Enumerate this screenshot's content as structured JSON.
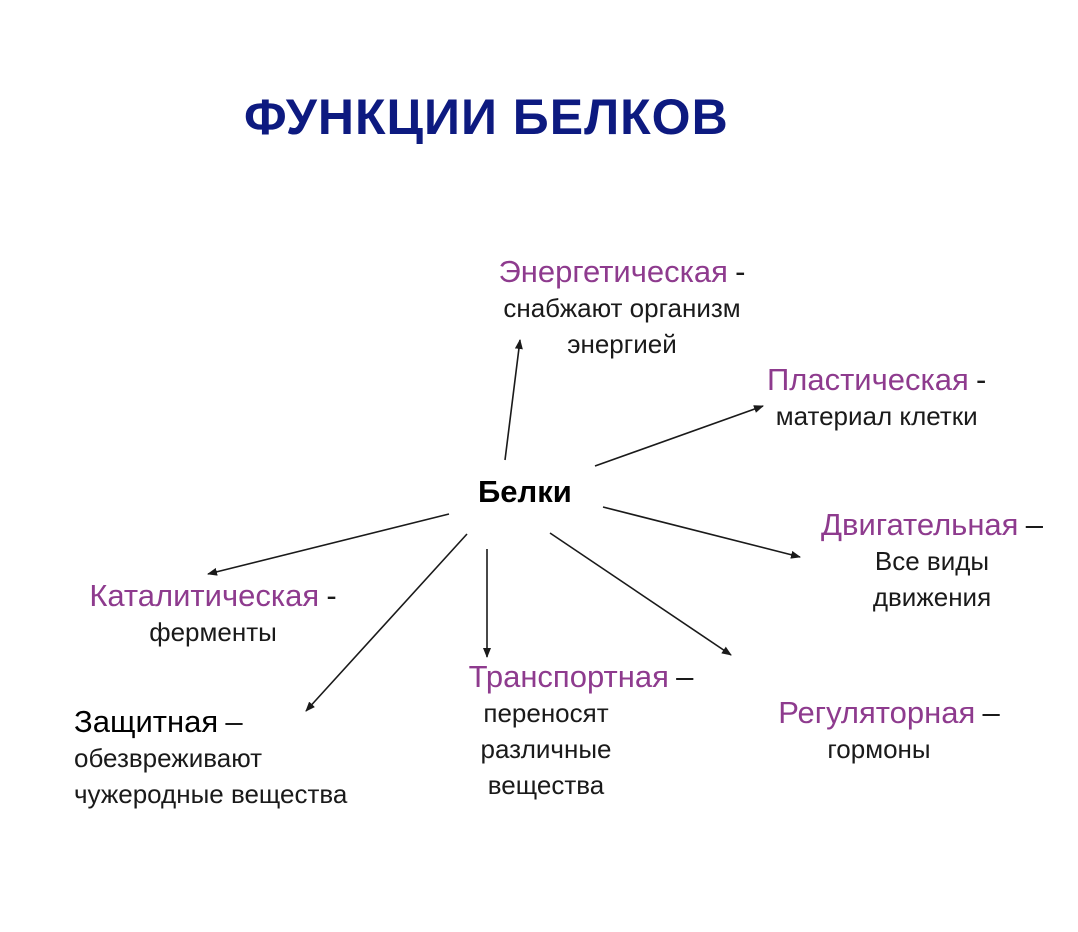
{
  "title": "ФУНКЦИИ БЕЛКОВ",
  "center": "Белки",
  "colors": {
    "title": "#0d1a80",
    "function_name": "#8e3b8e",
    "protective_name": "#000000",
    "text": "#1a1a1a",
    "arrow": "#1a1a1a"
  },
  "functions": [
    {
      "id": "energy",
      "name": "Энергетическая",
      "dash": "-",
      "desc1": "снабжают организм",
      "desc2": "энергией"
    },
    {
      "id": "plastic",
      "name": "Пластическая",
      "dash": "-",
      "desc1": "материал клетки",
      "desc2": ""
    },
    {
      "id": "motor",
      "name": "Двигательная",
      "dash": "–",
      "desc1": "Все виды",
      "desc2": "движения"
    },
    {
      "id": "regulatory",
      "name": "Регуляторная",
      "dash": "–",
      "desc1": "гормоны",
      "desc2": ""
    },
    {
      "id": "transport",
      "name": "Транспортная",
      "dash": "–",
      "desc1": "переносят",
      "desc2": "различные",
      "desc3": "вещества"
    },
    {
      "id": "protective",
      "name": "Защитная",
      "dash": "–",
      "desc1": "обезвреживают",
      "desc2": "чужеродные вещества"
    },
    {
      "id": "catalytic",
      "name": "Каталитическая",
      "dash": "-",
      "desc1": "ферменты",
      "desc2": ""
    }
  ]
}
